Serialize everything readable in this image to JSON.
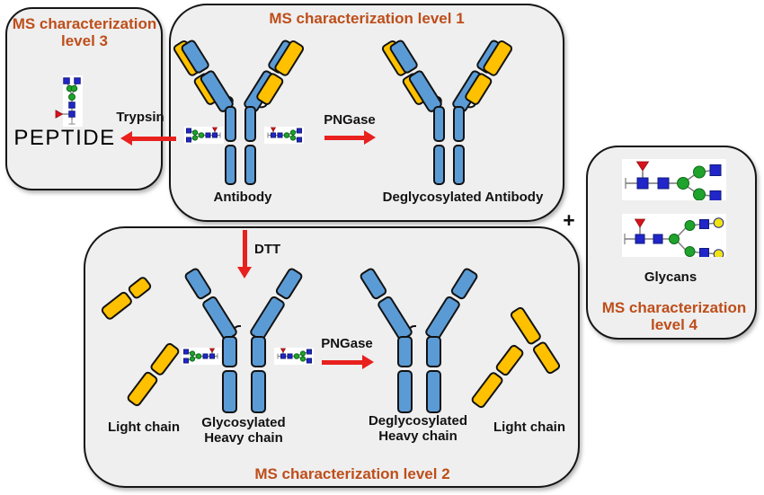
{
  "boxes": {
    "level3": {
      "title_line1": "MS characterization",
      "title_line2": "level 3"
    },
    "level1": {
      "title": "MS characterization level 1"
    },
    "level2": {
      "title": "MS characterization level 2"
    },
    "level4": {
      "title_line1": "MS characterization",
      "title_line2": "level 4"
    }
  },
  "labels": {
    "peptide": "PEPTIDE",
    "antibody": "Antibody",
    "deglycosylated_antibody": "Deglycosylated Antibody",
    "light_chain_left": "Light chain",
    "glycosylated_heavy_line1": "Glycosylated",
    "glycosylated_heavy_line2": "Heavy chain",
    "deglycosylated_heavy_line1": "Deglycosylated",
    "deglycosylated_heavy_line2": "Heavy chain",
    "light_chain_right": "Light chain",
    "glycans": "Glycans",
    "plus": "+"
  },
  "arrows": {
    "trypsin": "Trypsin",
    "pngase_top": "PNGase",
    "dtt": "DTT",
    "pngase_bottom": "PNGase"
  },
  "colors": {
    "title_text": "#BE4E1A",
    "box_fill": "#EFEFEF",
    "box_border": "#161616",
    "heavy_chain_blue": "#5B9BD5",
    "light_chain_yellow": "#FFC000",
    "arrow_red": "#E8201E",
    "glycan_blue_square": "#2026C8",
    "glycan_green_circle": "#1FA32C",
    "glycan_red_triangle": "#D8121B",
    "glycan_yellow_circle": "#F0E311"
  }
}
